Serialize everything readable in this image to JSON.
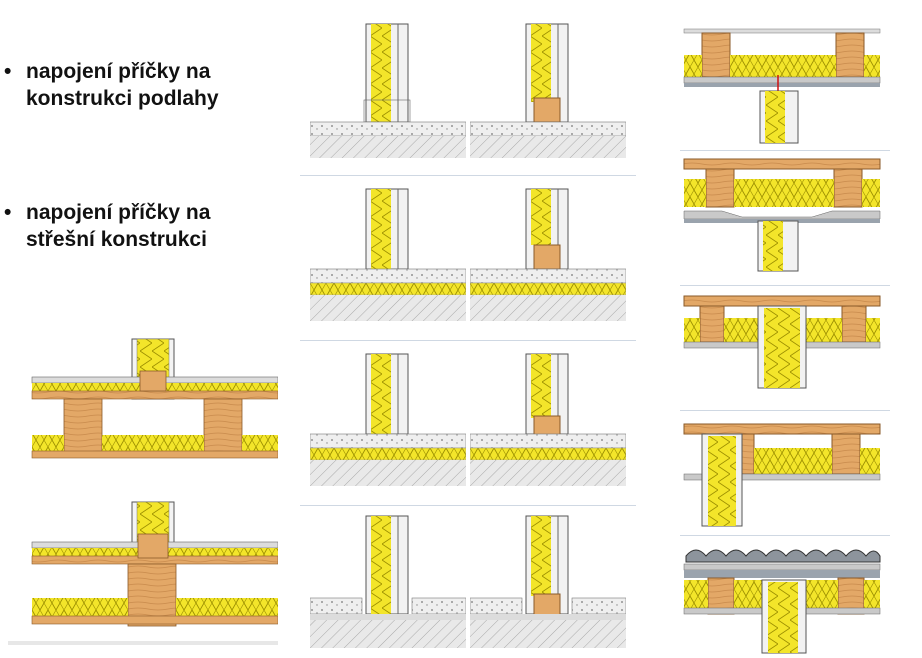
{
  "captions": [
    {
      "bullet": "•",
      "line1": "napojení příčky na",
      "line2": "konstrukci podlahy"
    },
    {
      "bullet": "•",
      "line1": "napojení příčky na",
      "line2": "střešní konstrukci"
    }
  ],
  "colors": {
    "wood": "#e3a867",
    "wood_dark": "#b9783a",
    "insulation": "#f3e52a",
    "insulation_edge": "#c8b800",
    "concrete": "#ececec",
    "gravel": "#d0d0d0",
    "hatch": "#a9a9a9",
    "board": "#9aa3ad",
    "divider": "#cfd8e3"
  }
}
